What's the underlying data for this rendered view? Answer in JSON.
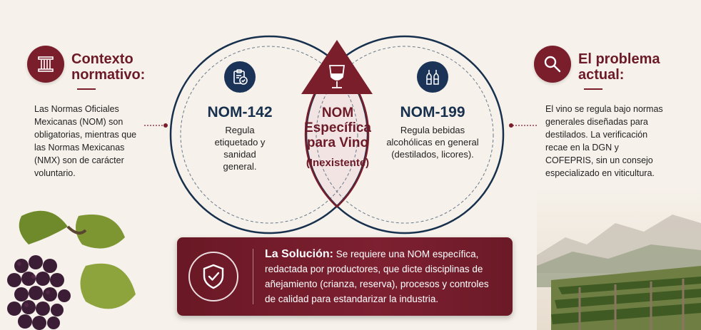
{
  "left_panel": {
    "title": "Contexto normativo:",
    "text": "Las Normas Oficiales Mexicanas (NOM) son obligatorias, mientras que las Normas Mexicanas (NMX) son de carácter voluntario.",
    "icon": "column-icon"
  },
  "right_panel": {
    "title": "El problema actual:",
    "text": "El vino se regula bajo normas generales diseñadas para destilados. La verificación recae en la DGN y COFEPRIS, sin un consejo especializado en viticultura.",
    "icon": "magnifier-icon"
  },
  "venn": {
    "left": {
      "code": "NOM-142",
      "desc": "Regula etiquetado y sanidad general.",
      "icon": "clipboard-check-icon"
    },
    "right": {
      "code": "NOM-199",
      "desc": "Regula bebidas alcohólicas en general (destilados, licores).",
      "icon": "bottles-icon"
    },
    "center": {
      "title": "NOM Específica para Vino",
      "sub": "(Inexistente)",
      "icon": "wine-glass-icon"
    }
  },
  "solution": {
    "label": "La Solución:",
    "text": "Se requiere una NOM específica, redactada por productores, que dicte disciplinas de añejamiento (crianza, reserva), procesos y controles de calidad para estandarizar la industria.",
    "icon": "shield-check-icon"
  },
  "colors": {
    "wine": "#7a1e2c",
    "navy": "#1a3356",
    "background": "#f6f1ea"
  }
}
